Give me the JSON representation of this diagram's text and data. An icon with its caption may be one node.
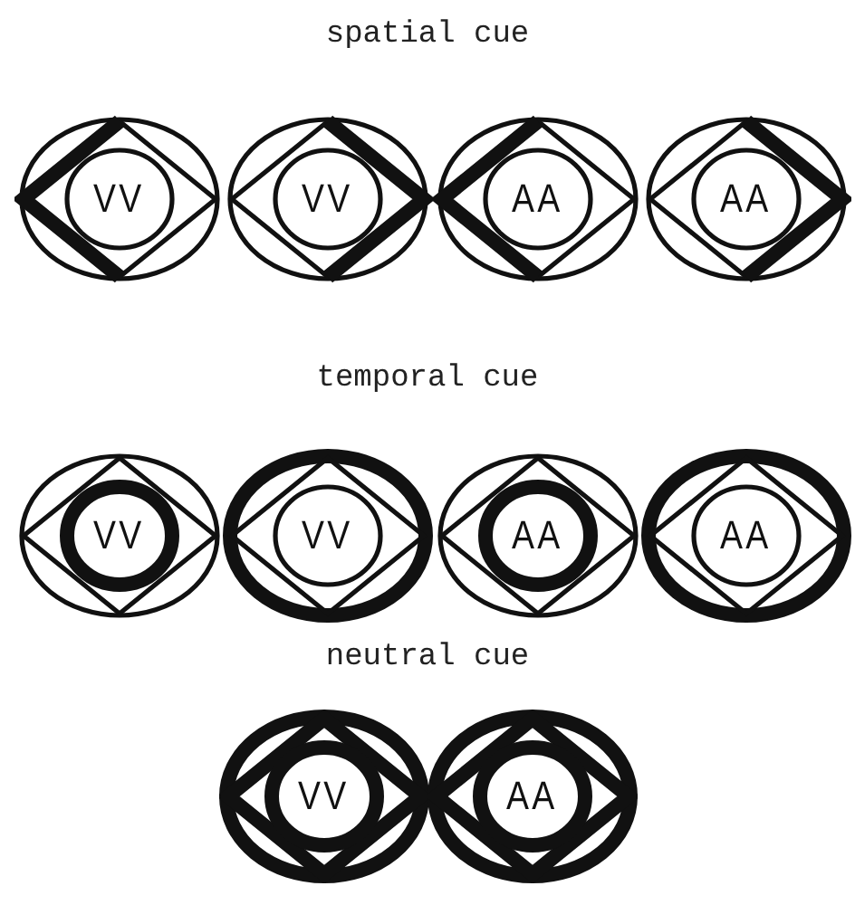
{
  "diagram": {
    "nodes": [
      {
        "text": [
          "VV"
        ]
      },
      {
        "text": [
          "VV"
        ]
      },
      {
        "text": [
          "AA"
        ]
      },
      {
        "text": [
          "AA"
        ]
      },
      {
        "text": [
          "VV"
        ]
      },
      {
        "text": [
          "VV"
        ]
      },
      {
        "text": [
          "AA"
        ]
      },
      {
        "text": [
          "AA"
        ]
      },
      {
        "text": [
          "VV"
        ]
      },
      {
        "text": [
          "AA"
        ]
      }
    ],
    "labels": [
      "spatial cue",
      "temporal cue",
      "neutral cue"
    ]
  }
}
